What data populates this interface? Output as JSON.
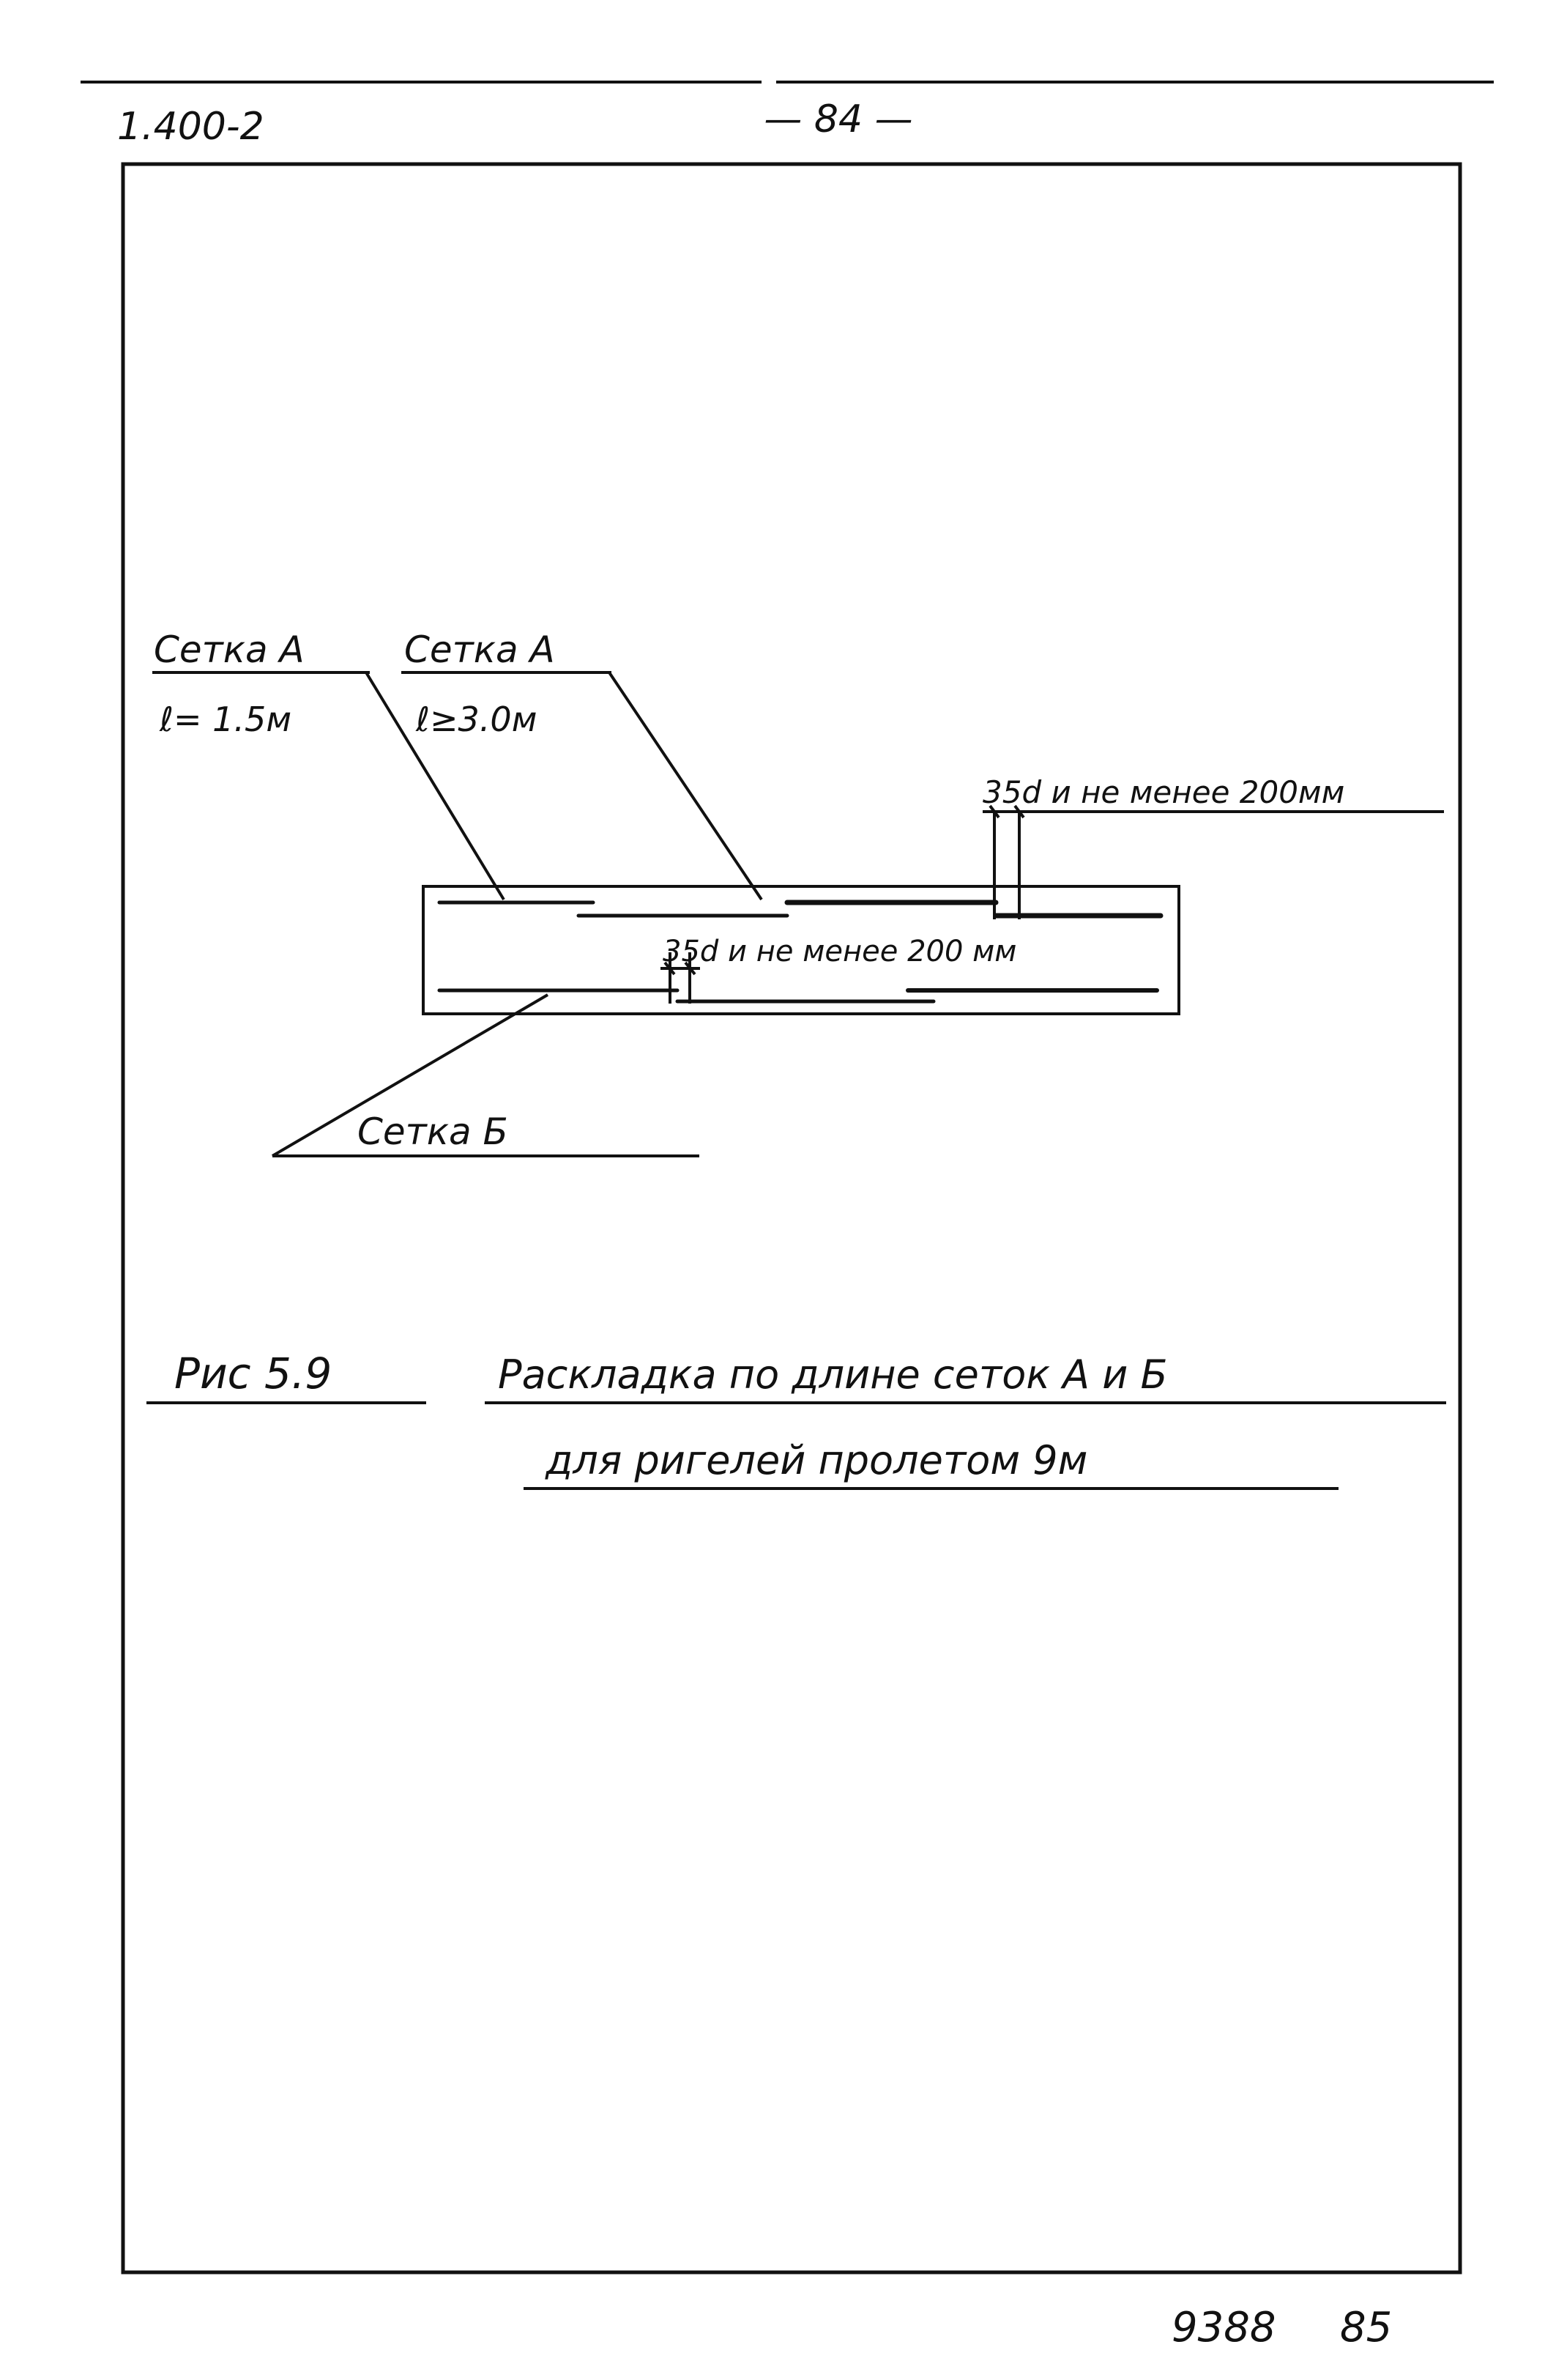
{
  "header": {
    "doc_code": "1.400-2",
    "page_number": "— 84 —"
  },
  "diagram": {
    "label_mesh_a1": "Сетка А",
    "label_mesh_a1_length": "ℓ= 1.5м",
    "label_mesh_a2": "Сетка А",
    "label_mesh_a2_length": "ℓ≥3.0м",
    "label_overlap_top": "35d и не менее 200мм",
    "label_overlap_middle": "35d и не менее 200 мм",
    "label_mesh_b": "Сетка Б"
  },
  "caption": {
    "figure_number": "Рис 5.9",
    "line1": "Раскладка по длине сеток А и Б",
    "line2": "для ригелей пролетом 9м"
  },
  "footer": {
    "code": "9388",
    "page": "85"
  },
  "colors": {
    "ink": "#111111",
    "paper": "#ffffff"
  }
}
